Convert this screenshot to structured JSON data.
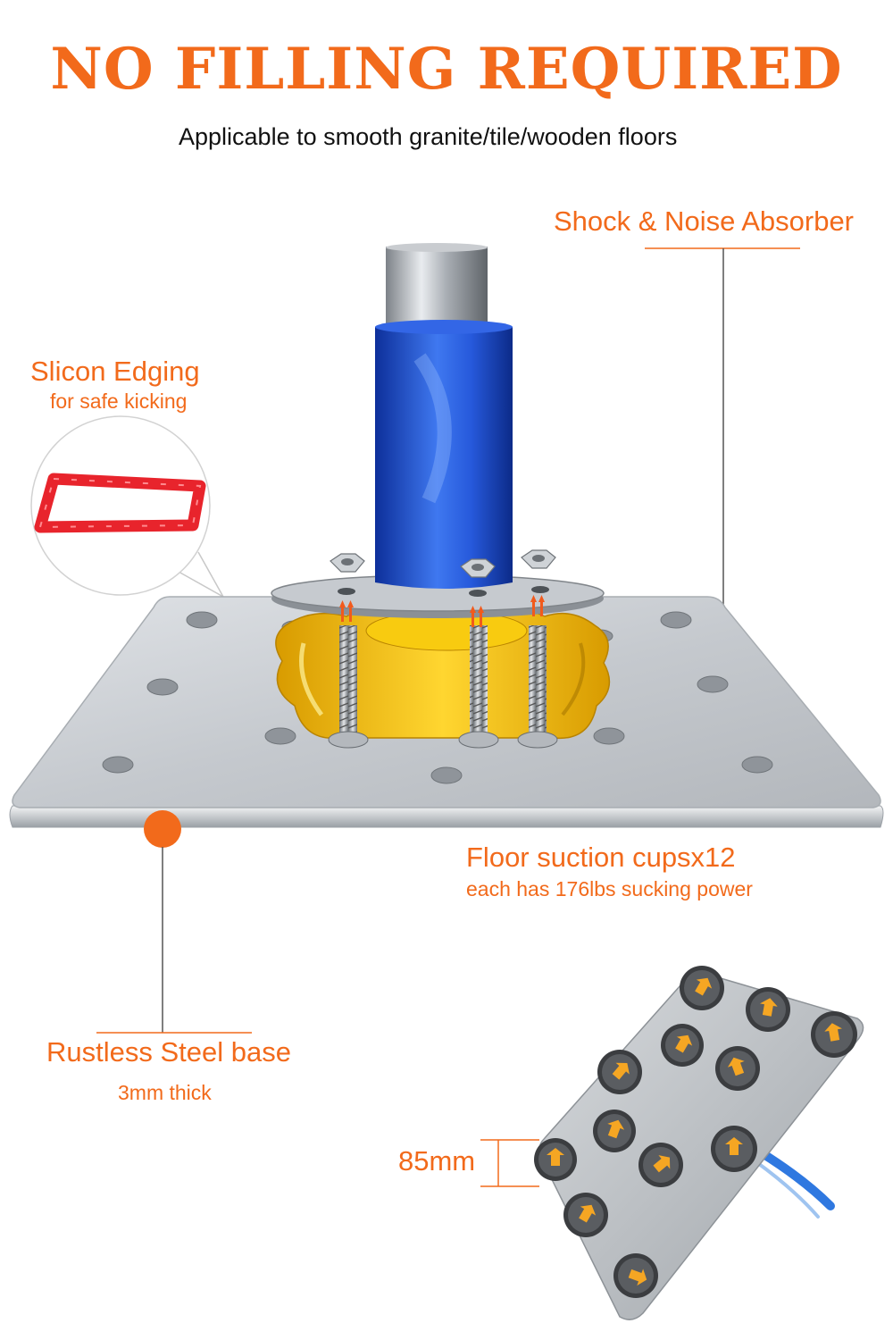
{
  "header": {
    "title": "NO FILLING REQUIRED",
    "subtitle": "Applicable to smooth granite/tile/wooden floors"
  },
  "callouts": {
    "shock": {
      "title": "Shock & Noise Absorber"
    },
    "edging": {
      "title": "Slicon Edging",
      "sub": "for safe kicking"
    },
    "suction": {
      "title": "Floor suction cupsx12",
      "sub": "each has 176lbs sucking power"
    },
    "base": {
      "title": "Rustless Steel base",
      "sub": "3mm thick"
    },
    "dimension": {
      "value": "85mm"
    }
  },
  "colors": {
    "accent": "#f26a1b",
    "pole_blue": "#1f4fd8",
    "rubber_yellow": "#f4c200",
    "edging_red": "#e8242c",
    "steel": "#c9cdd2"
  },
  "icons": {
    "arrows": "up-arrow-pair-icon",
    "cup_arrow": "orange-arrow-icon"
  }
}
